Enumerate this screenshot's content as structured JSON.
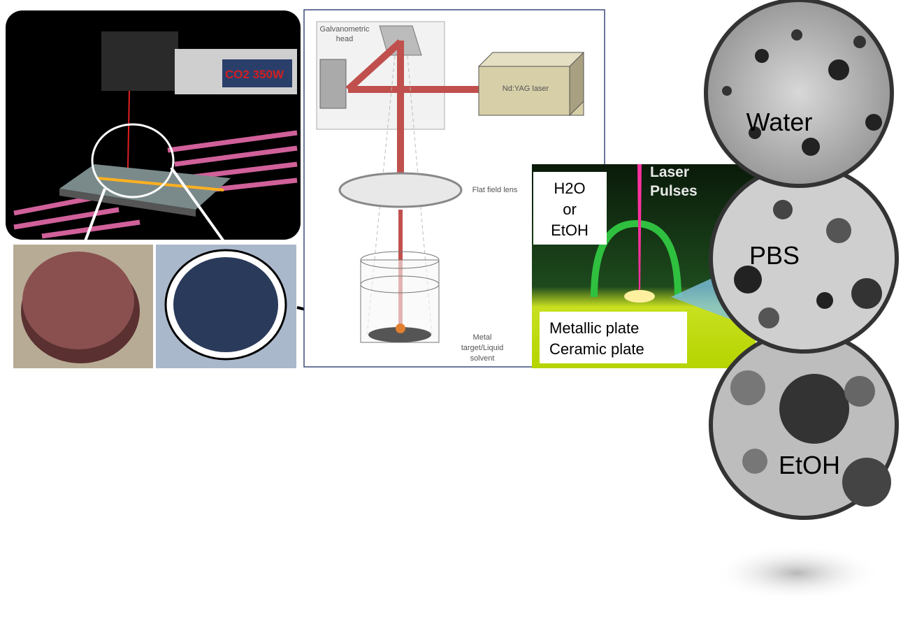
{
  "co2_panel": {
    "laser_label": "CO2 350W"
  },
  "setup": {
    "galvo_label_1": "Galvanometric",
    "galvo_label_2": "head",
    "laser_label": "Nd:YAG laser",
    "lens_label": "Flat field lens",
    "target_label_1": "Metal",
    "target_label_2": "target/Liquid",
    "target_label_3": "solvent"
  },
  "ablation": {
    "solvent_1": "H2O",
    "solvent_2": "or",
    "solvent_3": "EtOH",
    "pulses_1": "Laser",
    "pulses_2": "Pulses",
    "plate_1": "Metallic plate",
    "plate_2": "Ceramic plate"
  },
  "tem": [
    {
      "label": "Water"
    },
    {
      "label": "PBS"
    },
    {
      "label": "EtOH"
    }
  ],
  "colors": {
    "beam": "#c0504d",
    "frame": "#3c4a7a",
    "laser_box": "#d6cfa8"
  }
}
